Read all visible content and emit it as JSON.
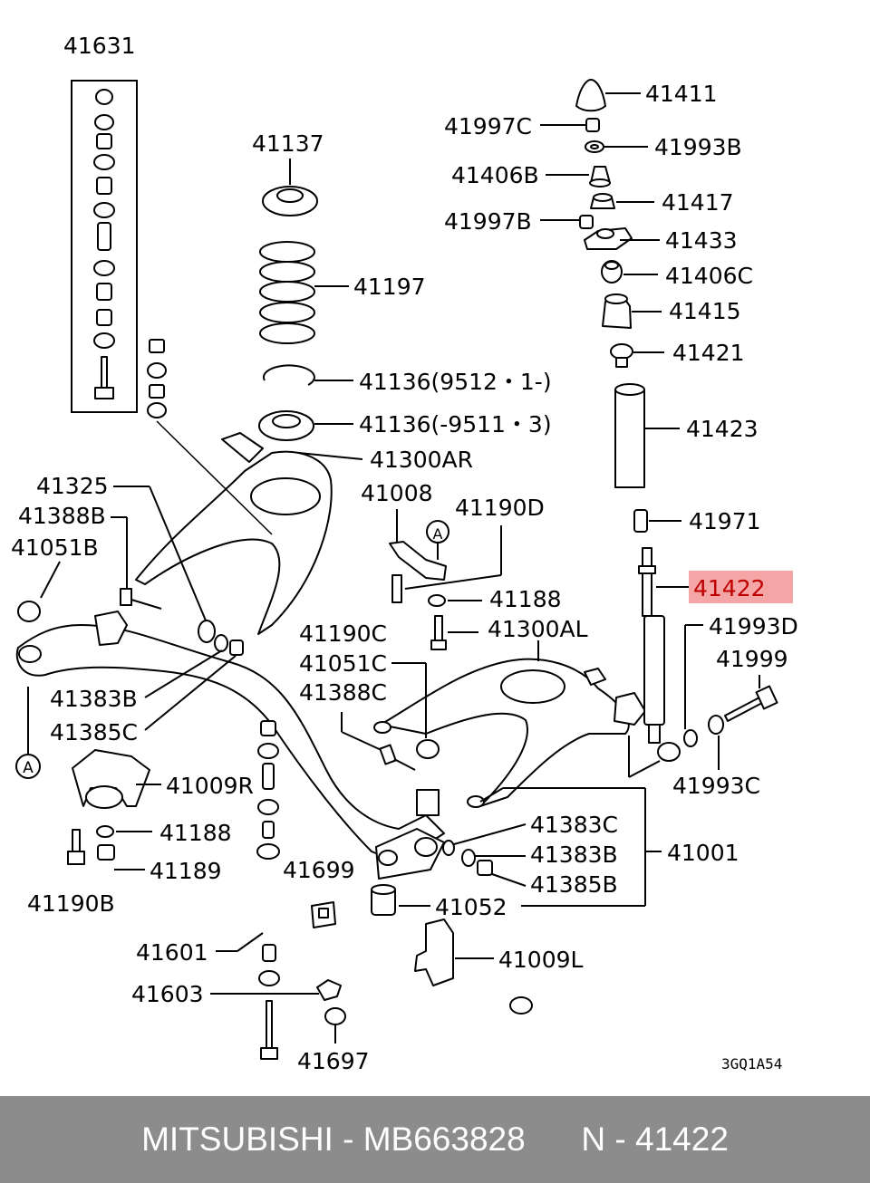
{
  "diagram": {
    "code": "3GQ1A54",
    "ref_marker": "A",
    "labels": {
      "l41631": "41631",
      "l41137": "41137",
      "l41197": "41197",
      "l41136a": "41136(9512・1-)",
      "l41136b": "41136(-9511・3)",
      "l41300ar": "41300AR",
      "l41325": "41325",
      "l41388b": "41388B",
      "l41051b": "41051B",
      "l41008": "41008",
      "l41190d": "41190D",
      "l41188a": "41188",
      "l41190c": "41190C",
      "l41300al": "41300AL",
      "l41051c": "41051C",
      "l41388c": "41388C",
      "l41383b": "41383B",
      "l41385c": "41385C",
      "l41009r": "41009R",
      "l41188b": "41188",
      "l41189": "41189",
      "l41190b": "41190B",
      "l41699": "41699",
      "l41601": "41601",
      "l41603": "41603",
      "l41697": "41697",
      "l41383c": "41383C",
      "l41383b2": "41383B",
      "l41385b": "41385B",
      "l41001": "41001",
      "l41052": "41052",
      "l41009l": "41009L",
      "l41411": "41411",
      "l41997c": "41997C",
      "l41993b": "41993B",
      "l41406b": "41406B",
      "l41417": "41417",
      "l41997b": "41997B",
      "l41433": "41433",
      "l41406c": "41406C",
      "l41415": "41415",
      "l41421": "41421",
      "l41423": "41423",
      "l41971": "41971",
      "l41422": "41422",
      "l41993d": "41993D",
      "l41999": "41999",
      "l41993c": "41993C"
    },
    "highlight_color": "#f4a6a6",
    "highlight_text_color": "#c00000"
  },
  "footer": {
    "brand": "MITSUBISHI",
    "separator": " - ",
    "part_number": "MB663828",
    "ref_prefix": "N",
    "ref_number": "41422",
    "background": "#8c8c8c"
  }
}
